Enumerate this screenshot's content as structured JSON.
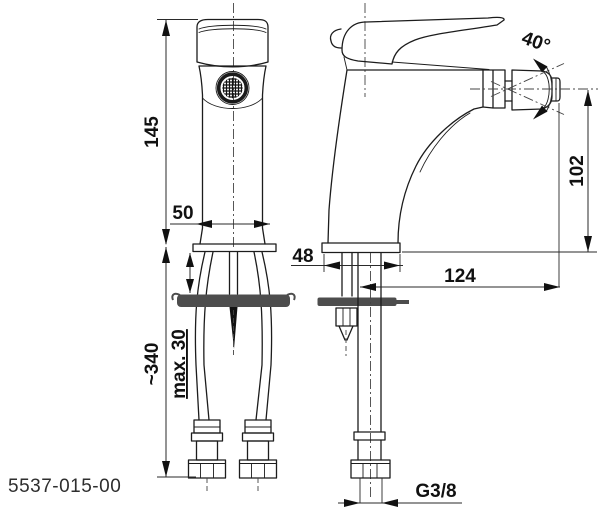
{
  "product_code": "5537-015-00",
  "dims": {
    "total_height": "145",
    "body_width": "50",
    "hose_length": "~340",
    "counter_thickness": "max. 30",
    "base_depth": "48",
    "reach": "124",
    "outlet_height": "102",
    "swivel_angle": "40°",
    "thread": "G3/8"
  },
  "colors": {
    "line": "#1c1c1c",
    "washer": "#4d4d4d",
    "background": "#ffffff"
  }
}
